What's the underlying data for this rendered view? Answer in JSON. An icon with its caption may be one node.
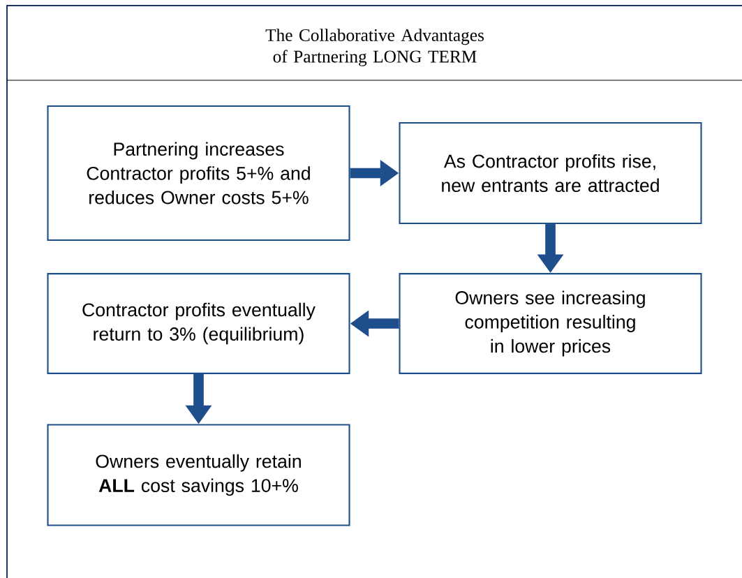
{
  "diagram": {
    "title": "The Collaborative Advantages of Partnering LONG TERM",
    "nodes": [
      {
        "text": [
          "Partnering increases Contractor profits 5+% and reduces Owner costs 5+%"
        ]
      },
      {
        "text": [
          "As Contractor profits rise, new entrants are attracted"
        ]
      },
      {
        "text": [
          "Owners see increasing competition resulting in lower prices"
        ]
      },
      {
        "text": [
          "Contractor profits eventually return to 3% (equilibrium)"
        ]
      },
      {
        "text": [
          "Owners eventually retain **ALL** cost savings 10+%"
        ]
      }
    ],
    "edges": [
      {
        "from": 0,
        "to": 1,
        "arrow": "to"
      },
      {
        "from": 1,
        "to": 2,
        "arrow": "to"
      },
      {
        "from": 2,
        "to": 3,
        "arrow": "to"
      },
      {
        "from": 3,
        "to": 4,
        "arrow": "to"
      }
    ]
  }
}
